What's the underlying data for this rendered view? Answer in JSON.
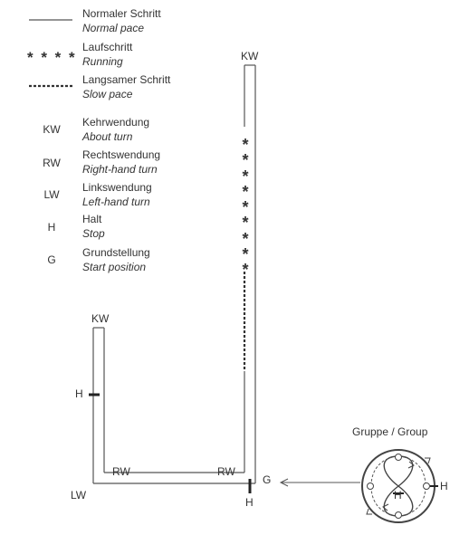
{
  "legend": [
    {
      "symbol": "",
      "symbol_kind": "solid-line",
      "de": "Normaler Schritt",
      "en": "Normal pace"
    },
    {
      "symbol": "* * * *",
      "symbol_kind": "asterisks",
      "de": "Laufschritt",
      "en": "Running"
    },
    {
      "symbol": "",
      "symbol_kind": "dashed-line",
      "de": "Langsamer Schritt",
      "en": "Slow pace"
    },
    {
      "symbol": "KW",
      "symbol_kind": "code",
      "de": "Kehrwendung",
      "en": "About turn"
    },
    {
      "symbol": "RW",
      "symbol_kind": "code",
      "de": "Rechtswendung",
      "en": "Right-hand turn"
    },
    {
      "symbol": "LW",
      "symbol_kind": "code",
      "de": "Linkswendung",
      "en": "Left-hand turn"
    },
    {
      "symbol": "H",
      "symbol_kind": "code",
      "de": "Halt",
      "en": "Stop"
    },
    {
      "symbol": "G",
      "symbol_kind": "code",
      "de": "Grundstellung",
      "en": "Start position"
    }
  ],
  "route_labels": {
    "kw_top": "KW",
    "kw_left": "KW",
    "h_left": "H",
    "rw_left": "RW",
    "rw_right": "RW",
    "lw": "LW",
    "g_start": "G",
    "h_bottom": "H",
    "running_marks": [
      "*",
      "*",
      "*",
      "*",
      "*",
      "*",
      "*",
      "*",
      "*"
    ]
  },
  "group": {
    "title": "Gruppe / Group",
    "h_center": "H",
    "h_right": "H"
  },
  "colors": {
    "ink": "#333333",
    "line": "#555555"
  }
}
